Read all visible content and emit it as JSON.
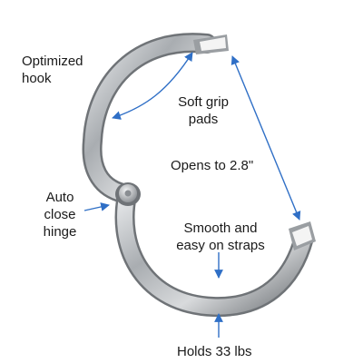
{
  "labels": {
    "optimized_hook": "Optimized\nhook",
    "soft_grip": "Soft grip\npads",
    "opens_to": "Opens to 2.8\"",
    "auto_close": "Auto\nclose\nhinge",
    "smooth": "Smooth and\neasy on straps",
    "holds": "Holds 33 lbs"
  },
  "colors": {
    "arrow": "#2f6fc6",
    "metal_dark": "#6f7377",
    "metal_light": "#e4e6e8",
    "pad": "#f4f4f4"
  }
}
